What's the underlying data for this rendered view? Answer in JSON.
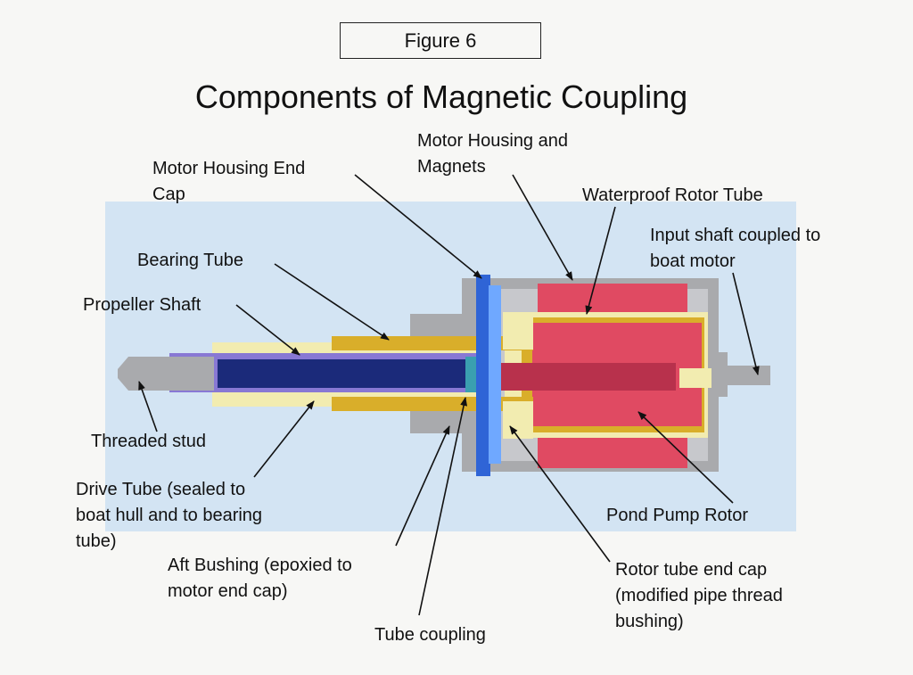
{
  "figure_label": "Figure 6",
  "title": "Components of Magnetic Coupling",
  "labels": {
    "motor_housing_magnets": "Motor Housing and\nMagnets",
    "motor_housing_end_cap": "Motor Housing End\nCap",
    "waterproof_rotor_tube": "Waterproof Rotor Tube",
    "input_shaft": "Input shaft coupled to\nboat motor",
    "bearing_tube": "Bearing Tube",
    "propeller_shaft": "Propeller Shaft",
    "threaded_stud": "Threaded stud",
    "drive_tube": "Drive Tube (sealed to\nboat hull and to bearing\ntube)",
    "aft_bushing": "Aft Bushing (epoxied to\nmotor end cap)",
    "tube_coupling": "Tube coupling",
    "pond_pump_rotor": "Pond Pump Rotor",
    "rotor_tube_end_cap": "Rotor tube end cap\n(modified pipe thread\nbushing)"
  },
  "colors": {
    "background_panel": "#d3e4f3",
    "housing_gray": "#a9aaad",
    "magnet_red": "#e04a62",
    "tube_yellow": "#f2ecb0",
    "gold": "#d9ae2a",
    "end_cap_blue": "#2f64d6",
    "shaft_navy": "#1b2a7a"
  }
}
